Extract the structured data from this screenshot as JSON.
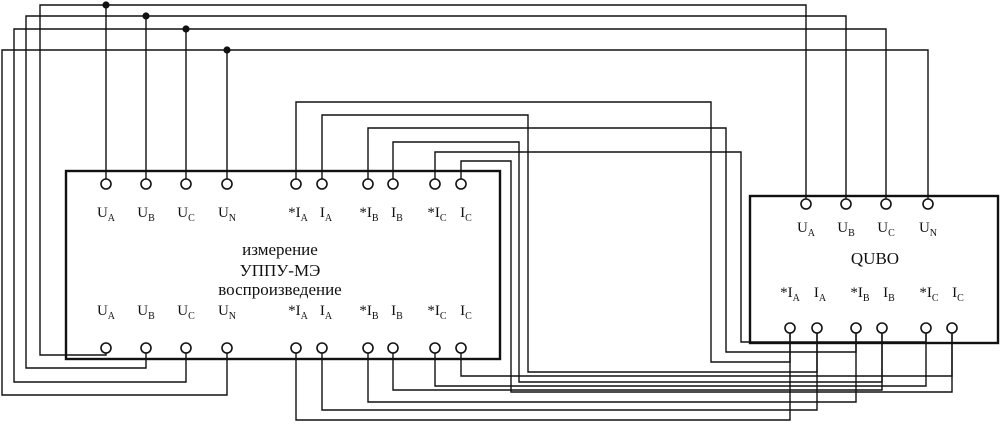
{
  "device1": {
    "name": "УППУ-МЭ",
    "caption_top": "измерение",
    "caption_bottom": "воспроизведение",
    "terminal_labels": [
      {
        "pre": "U",
        "sub": "A"
      },
      {
        "pre": "U",
        "sub": "B"
      },
      {
        "pre": "U",
        "sub": "C"
      },
      {
        "pre": "U",
        "sub": "N"
      },
      {
        "pre": "*I",
        "sub": "A"
      },
      {
        "pre": "I",
        "sub": "A"
      },
      {
        "pre": "*I",
        "sub": "B"
      },
      {
        "pre": "I",
        "sub": "B"
      },
      {
        "pre": "*I",
        "sub": "C"
      },
      {
        "pre": "I",
        "sub": "C"
      }
    ]
  },
  "device2": {
    "name": "QUBO",
    "voltage_labels": [
      {
        "pre": "U",
        "sub": "A"
      },
      {
        "pre": "U",
        "sub": "B"
      },
      {
        "pre": "U",
        "sub": "C"
      },
      {
        "pre": "U",
        "sub": "N"
      }
    ],
    "current_labels": [
      {
        "pre": "*I",
        "sub": "A"
      },
      {
        "pre": "I",
        "sub": "A"
      },
      {
        "pre": "*I",
        "sub": "B"
      },
      {
        "pre": "I",
        "sub": "B"
      },
      {
        "pre": "*I",
        "sub": "C"
      },
      {
        "pre": "I",
        "sub": "C"
      }
    ]
  }
}
